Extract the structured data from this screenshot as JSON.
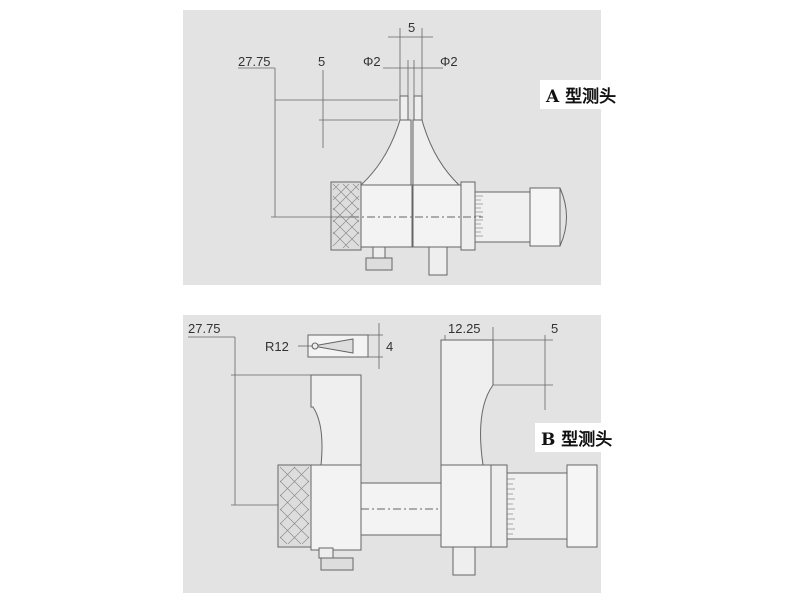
{
  "panel_a": {
    "title": "A 型测头",
    "dims": {
      "overall_height": "27.75",
      "tip_height": "5",
      "tip_gap": "5",
      "diameter_left": "Φ2",
      "diameter_right": "Φ2"
    }
  },
  "panel_b": {
    "title": "B 型测头",
    "dims": {
      "overall_height": "27.75",
      "radius": "R12",
      "tip_thickness": "4",
      "right_offset": "12.25",
      "right_height": "5"
    }
  }
}
